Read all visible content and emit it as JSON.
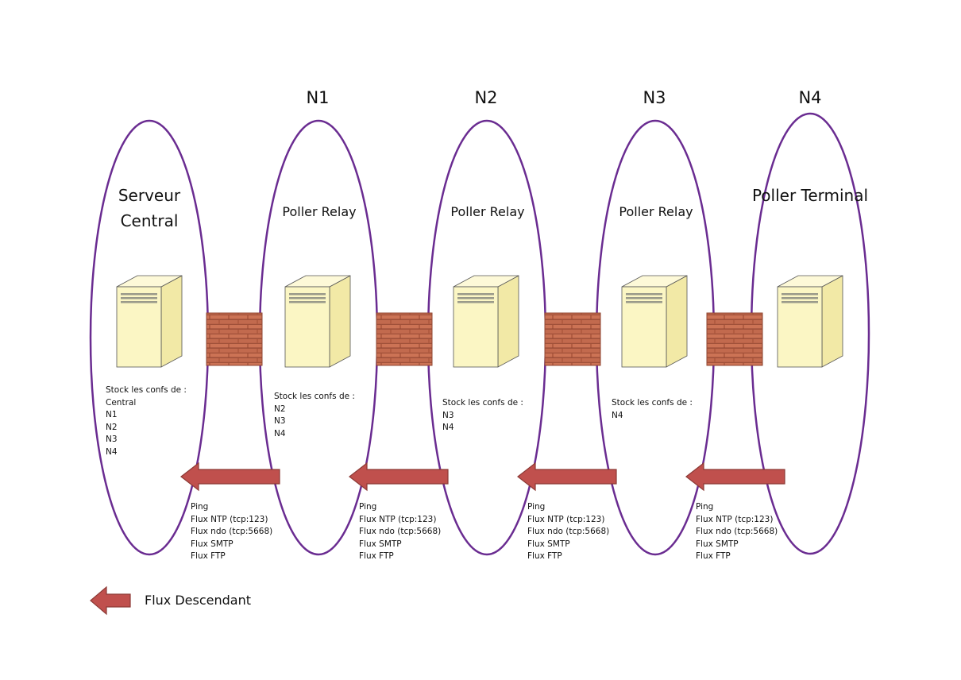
{
  "levels": [
    "N1",
    "N2",
    "N3",
    "N4"
  ],
  "nodes": [
    {
      "title": "Serveur Central",
      "store_heading": "Stock les confs de :",
      "store_items": [
        "Central",
        "N1",
        "N2",
        "N3",
        "N4"
      ]
    },
    {
      "title": "Poller Relay",
      "store_heading": "Stock les confs de :",
      "store_items": [
        "N2",
        "N3",
        "N4"
      ]
    },
    {
      "title": "Poller Relay",
      "store_heading": "Stock les confs de :",
      "store_items": [
        "N3",
        "N4"
      ]
    },
    {
      "title": "Poller Relay",
      "store_heading": "Stock les confs de :",
      "store_items": [
        "N4"
      ]
    },
    {
      "title": "Poller Terminal",
      "store_heading": "",
      "store_items": []
    }
  ],
  "flows": [
    "Ping",
    "Flux NTP (tcp:123)",
    "Flux ndo (tcp:5668)",
    "Flux SMTP",
    "Flux FTP"
  ],
  "legend": {
    "label": "Flux Descendant"
  },
  "colors": {
    "ellipse": "#6a2c91",
    "server_fill": "#fbf6c4",
    "firewall": "#b05a40",
    "arrow": "#c0504d",
    "arrow_border": "#8c3a36"
  },
  "icons": {
    "server": "server-icon",
    "firewall": "firewall-icon",
    "arrow": "arrow-left-icon"
  }
}
